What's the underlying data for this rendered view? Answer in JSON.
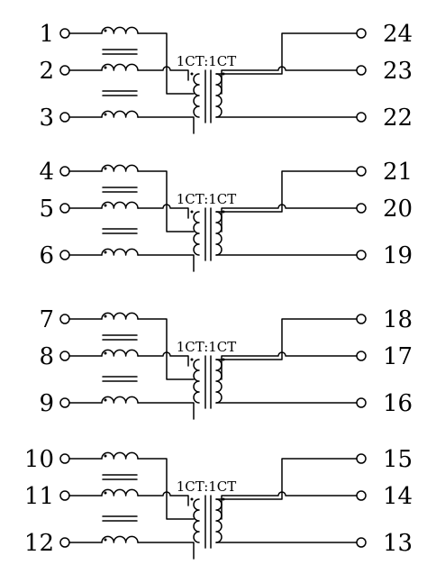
{
  "diagram": {
    "channels": [
      {
        "ratio_label": "1CT:1CT",
        "left_pins": [
          "1",
          "2",
          "3"
        ],
        "right_pins": [
          "24",
          "23",
          "22"
        ]
      },
      {
        "ratio_label": "1CT:1CT",
        "left_pins": [
          "4",
          "5",
          "6"
        ],
        "right_pins": [
          "21",
          "20",
          "19"
        ]
      },
      {
        "ratio_label": "1CT:1CT",
        "left_pins": [
          "7",
          "8",
          "9"
        ],
        "right_pins": [
          "18",
          "17",
          "16"
        ]
      },
      {
        "ratio_label": "1CT:1CT",
        "left_pins": [
          "10",
          "11",
          "12"
        ],
        "right_pins": [
          "15",
          "14",
          "13"
        ]
      }
    ],
    "colors": {
      "line": "#000000",
      "background": "#ffffff"
    }
  }
}
